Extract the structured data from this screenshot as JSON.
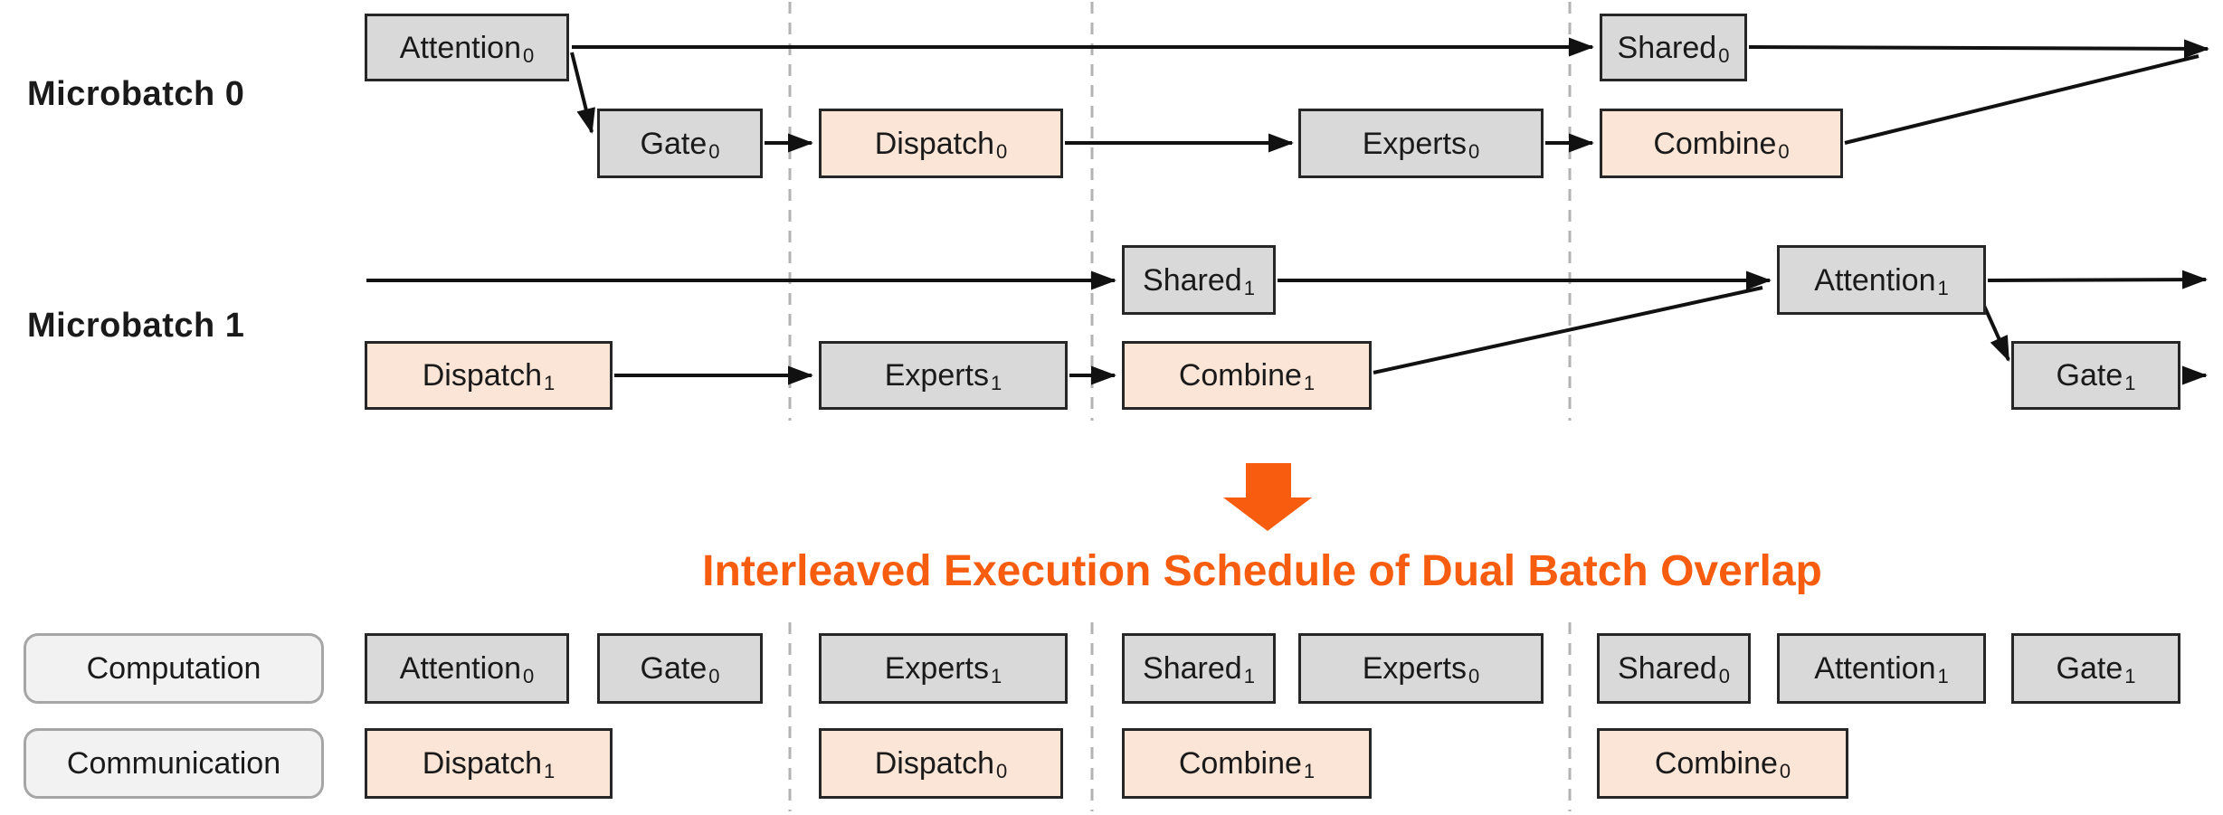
{
  "title": "Interleaved Execution Schedule of Dual Batch Overlap",
  "microbatch0": {
    "label": "Microbatch 0",
    "boxes": {
      "attention": {
        "text": "Attention",
        "sub": "0"
      },
      "gate": {
        "text": "Gate",
        "sub": "0"
      },
      "dispatch": {
        "text": "Dispatch",
        "sub": "0"
      },
      "experts": {
        "text": "Experts",
        "sub": "0"
      },
      "shared": {
        "text": "Shared",
        "sub": "0"
      },
      "combine": {
        "text": "Combine",
        "sub": "0"
      }
    }
  },
  "microbatch1": {
    "label": "Microbatch 1",
    "boxes": {
      "dispatch": {
        "text": "Dispatch",
        "sub": "1"
      },
      "experts": {
        "text": "Experts",
        "sub": "1"
      },
      "shared": {
        "text": "Shared",
        "sub": "1"
      },
      "combine": {
        "text": "Combine",
        "sub": "1"
      },
      "attention": {
        "text": "Attention",
        "sub": "1"
      },
      "gate": {
        "text": "Gate",
        "sub": "1"
      }
    }
  },
  "schedule": {
    "computation_label": "Computation",
    "communication_label": "Communication",
    "computation_boxes": [
      {
        "text": "Attention",
        "sub": "0"
      },
      {
        "text": "Gate",
        "sub": "0"
      },
      {
        "text": "Experts",
        "sub": "1"
      },
      {
        "text": "Shared",
        "sub": "1"
      },
      {
        "text": "Experts",
        "sub": "0"
      },
      {
        "text": "Shared",
        "sub": "0"
      },
      {
        "text": "Attention",
        "sub": "1"
      },
      {
        "text": "Gate",
        "sub": "1"
      }
    ],
    "communication_boxes": [
      {
        "text": "Dispatch",
        "sub": "1"
      },
      {
        "text": "Dispatch",
        "sub": "0"
      },
      {
        "text": "Combine",
        "sub": "1"
      },
      {
        "text": "Combine",
        "sub": "0"
      }
    ]
  },
  "colors": {
    "computation_fill": "#d9d9d9",
    "communication_fill": "#fbe5d6",
    "box_border": "#262626",
    "arrow_line": "#111111",
    "dashed_guide": "#b3b3b3",
    "label_pill_fill": "#f2f2f2",
    "label_pill_border": "#a6a6a6",
    "accent_orange": "#f85c0e",
    "text": "#1a1a1a"
  }
}
